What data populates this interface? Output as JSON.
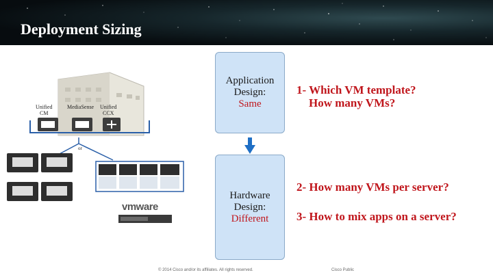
{
  "slide": {
    "title": "Deployment Sizing",
    "application_box": {
      "line1": "Application",
      "line2": "Design:",
      "value": "Same"
    },
    "hardware_box": {
      "line1": "Hardware",
      "line2": "Design:",
      "value": "Different"
    },
    "questions": {
      "q1_line1": "1- Which VM template?",
      "q1_line2": "How many VMs?",
      "q2": "2- How many VMs per server?",
      "q3": "3- How to mix apps on a server?"
    },
    "diagram": {
      "label_unified_cm_1": "Unified",
      "label_unified_cm_2": "CM",
      "label_mediasense": "MediaSense",
      "label_unified_ccx_1": "Unified",
      "label_unified_ccx_2": "CCX",
      "or_label": "or",
      "vmware_logo": "vmware"
    },
    "footer": {
      "copyright": "© 2014 Cisco and/or its affiliates. All rights reserved.",
      "classification": "Cisco Public"
    }
  },
  "colors": {
    "accent_red": "#c0161c",
    "box_fill": "#cfe3f7",
    "arrow_blue": "#1f6fc5"
  }
}
